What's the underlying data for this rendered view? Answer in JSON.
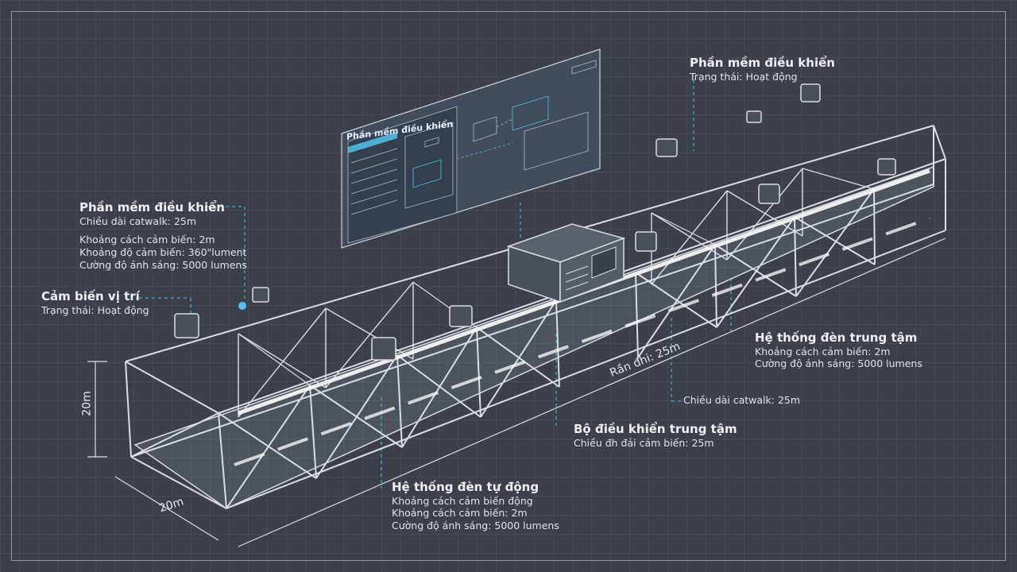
{
  "colors": {
    "background": "#3b4049",
    "line": "#d9dee4",
    "accent": "#4fc3e8",
    "glow": "#f4f6f8"
  },
  "screen": {
    "title": "Phần mềm điều khiển"
  },
  "labels": {
    "top_right": {
      "title": "Phần mềm điều khiển",
      "lines": [
        "Trạng thái: Hoạt động"
      ]
    },
    "left_upper": {
      "title": "Phần mềm điều khiển",
      "lines": [
        "Chiều dài catwalk: 25m",
        "Khoảng cách cảm biến: 2m",
        "Khoảng độ cảm biến: 360\"lument",
        "Cường độ ánh sáng: 5000 lumens"
      ]
    },
    "left_sensor": {
      "title": "Cảm biến vị trí",
      "lines": [
        "Trạng thái: Hoạt động"
      ]
    },
    "right_lights": {
      "title": "Hệ thống đèn trung tậm",
      "lines": [
        "Khoảng cách cảm biến: 2m",
        "Cường độ ánh sáng: 5000 lumens"
      ]
    },
    "catwalk_len": {
      "lines": [
        "Chiều dài catwalk: 25m"
      ]
    },
    "controller": {
      "title": "Bộ điều khiển trung tậm",
      "lines": [
        "Chiều đh đải cảm biến: 25m"
      ]
    },
    "auto_lights": {
      "title": "Hệ thống đèn tự động",
      "lines": [
        "Khoảng cách cảm biến động",
        "Khoảng cách cảm biến: 2m",
        "Cường độ ánh sáng: 5000 lumens"
      ]
    }
  },
  "dimensions": {
    "height": "20m",
    "width": "20m",
    "length": "Rần đhi: 25m"
  }
}
